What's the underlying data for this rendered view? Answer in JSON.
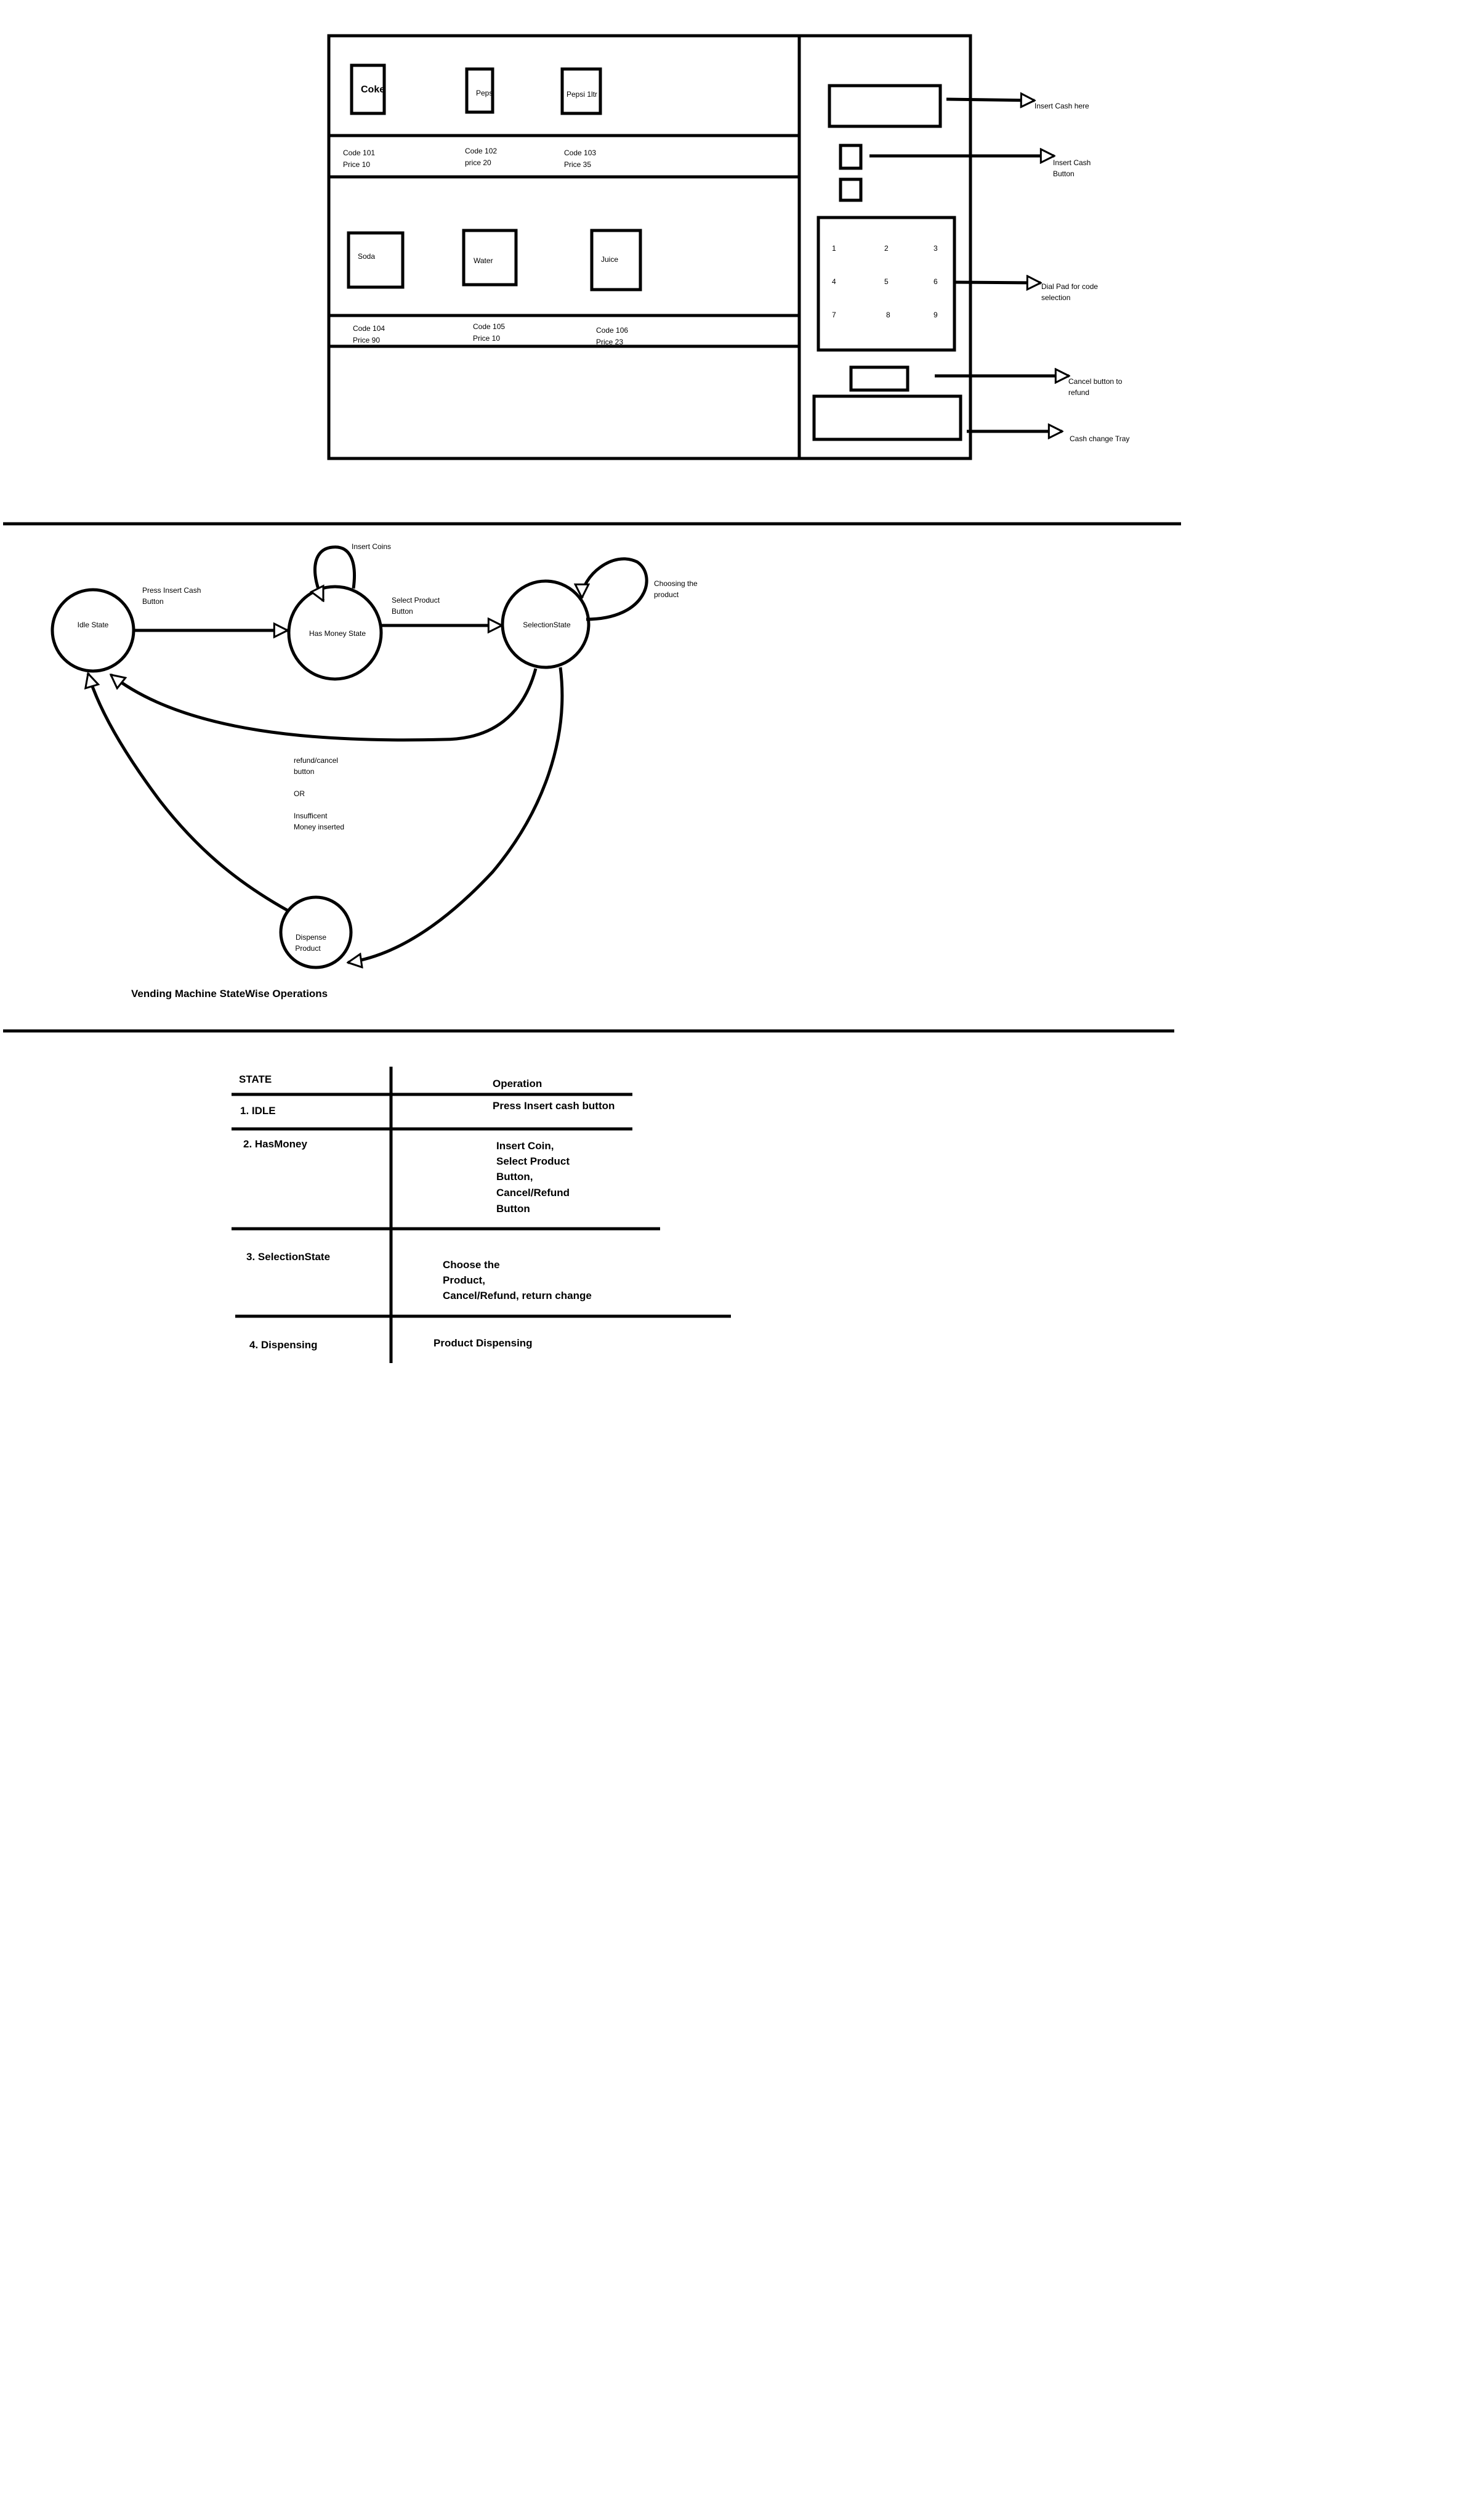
{
  "machine": {
    "products": [
      {
        "name": "Coke",
        "code": "Code 101",
        "price": "Price 10"
      },
      {
        "name": "Pepsi",
        "code": "Code 102",
        "price": "price 20"
      },
      {
        "name": "Pepsi 1ltr",
        "code": "Code 103",
        "price": "Price 35"
      },
      {
        "name": "Soda",
        "code": "Code 104",
        "price": "Price 90"
      },
      {
        "name": "Water",
        "code": "Code 105",
        "price": "Price 10"
      },
      {
        "name": "Juice",
        "code": "Code 106",
        "price": "Price 23"
      }
    ],
    "keypad": [
      "1",
      "2",
      "3",
      "4",
      "5",
      "6",
      "7",
      "8",
      "9"
    ],
    "annotations": {
      "insert_cash_slot": "Insert Cash here",
      "insert_cash_button_1": "Insert Cash",
      "insert_cash_button_2": "Button",
      "dial_pad_1": "Dial Pad for code",
      "dial_pad_2": "selection",
      "cancel_1": "Cancel button to",
      "cancel_2": "refund",
      "change_tray": "Cash change Tray"
    }
  },
  "state_diagram": {
    "states": {
      "idle": "Idle State",
      "has_money": "Has Money State",
      "selection": "SelectionState",
      "dispense_1": "Dispense",
      "dispense_2": "Product"
    },
    "transitions": {
      "press_insert_1": "Press Insert Cash",
      "press_insert_2": "Button",
      "insert_coins": "Insert Coins",
      "select_product_1": "Select Product",
      "select_product_2": "Button",
      "choosing_1": "Choosing the",
      "choosing_2": "product",
      "refund_1": "refund/cancel",
      "refund_2": "button",
      "refund_or": "OR",
      "refund_3": "Insufficent",
      "refund_4": "Money inserted"
    },
    "caption": "Vending Machine StateWise Operations"
  },
  "table": {
    "header_state": "STATE",
    "header_operation": "Operation",
    "rows": [
      {
        "state": "1. IDLE",
        "operation": [
          "Press Insert cash button"
        ]
      },
      {
        "state": "2. HasMoney",
        "operation": [
          "Insert Coin,",
          "Select Product",
          "Button,",
          "Cancel/Refund",
          "Button"
        ]
      },
      {
        "state": "3. SelectionState",
        "operation": [
          "Choose the",
          "Product,",
          "Cancel/Refund, return change"
        ]
      },
      {
        "state": "4. Dispensing",
        "operation": [
          "Product Dispensing"
        ]
      }
    ]
  }
}
